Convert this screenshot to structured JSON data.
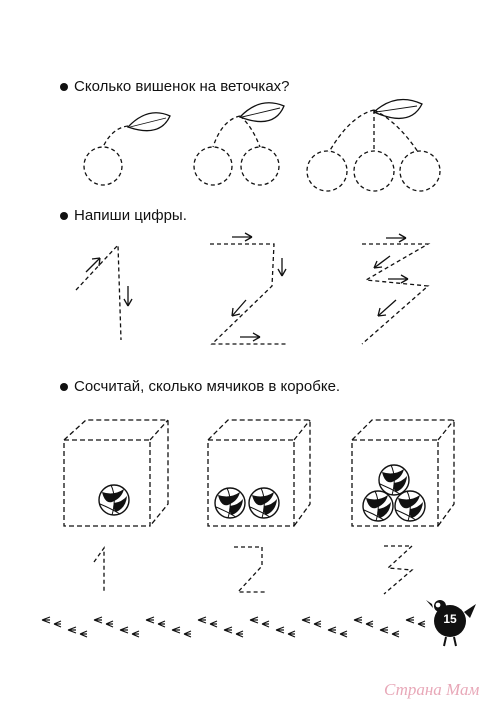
{
  "tasks": [
    {
      "text": "Сколько вишенок на веточках?"
    },
    {
      "text": "Напиши цифры."
    },
    {
      "text": "Сосчитай, сколько мячиков в коробке."
    }
  ],
  "digits": [
    "1",
    "2",
    "3"
  ],
  "page_number": "15",
  "watermark": "Страна Мам"
}
